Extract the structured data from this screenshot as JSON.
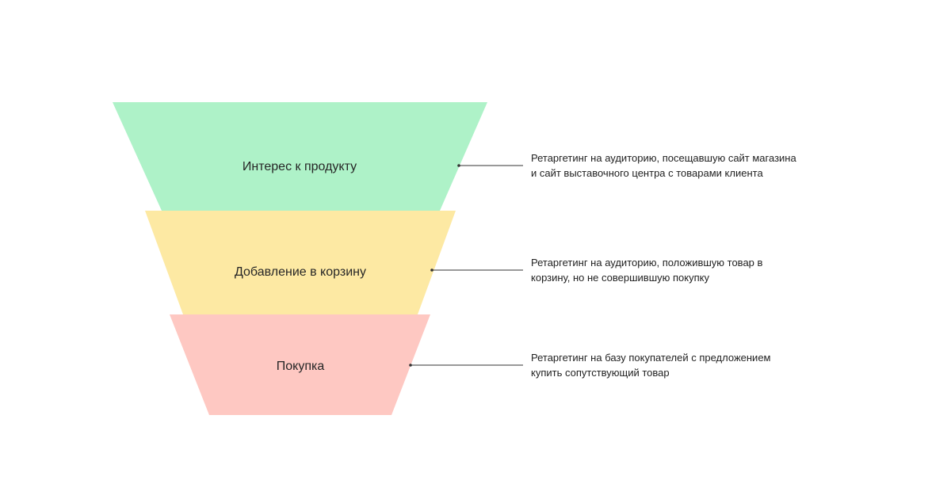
{
  "funnel": {
    "stages": [
      {
        "label": "Интерес к продукту",
        "color": "#aef2c8",
        "note_lines": [
          "Ретаргетинг на аудиторию, посещавшую сайт магазина",
          "и сайт выставочного центра с товарами клиента"
        ]
      },
      {
        "label": "Добавление в корзину",
        "color": "#fde9a3",
        "note_lines": [
          "Ретаргетинг на аудиторию, положившую товар в",
          "корзину, но не совершившую покупку"
        ]
      },
      {
        "label": "Покупка",
        "color": "#fec8c2",
        "note_lines": [
          "Ретаргетинг на базу покупателей с предложением",
          "купить сопутствующий товар"
        ]
      }
    ],
    "connector_color": "#333333"
  }
}
